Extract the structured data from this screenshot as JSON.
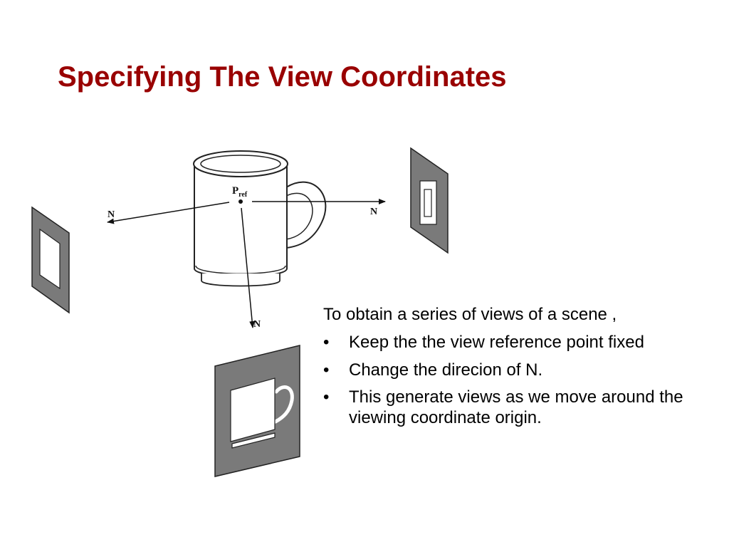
{
  "title": "Specifying The View Coordinates",
  "diagram": {
    "ref_point_label": "P",
    "ref_point_subscript": "ref",
    "normal_label_left": "N",
    "normal_label_right": "N",
    "normal_label_down": "N"
  },
  "text": {
    "intro": "To obtain a series of views of a scene ,",
    "bullet_symbol": "•",
    "bullets": [
      "Keep the the view reference point fixed",
      "Change the direcion of N.",
      "This generate views as we move around the viewing coordinate origin."
    ]
  },
  "colors": {
    "title": "#990000",
    "panel": "#7a7a7a"
  }
}
